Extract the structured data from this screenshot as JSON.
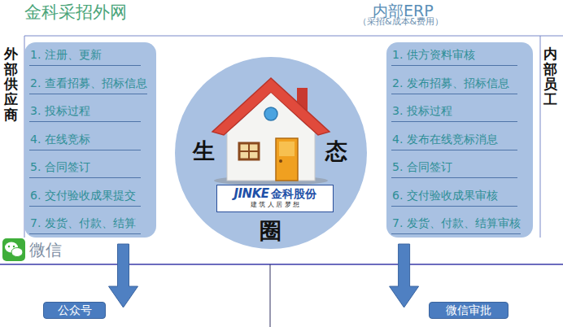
{
  "diagram": {
    "nodes": [
      {
        "text": [
          "1. 注册、更新",
          "2. 查看招募、招标信息",
          "3. 投标过程",
          "4. 在线竞标",
          "5. 合同签订",
          "6. 交付验收成果提交",
          "7. 发货、付款、结算"
        ]
      },
      {
        "text": [
          "1. 供方资料审核",
          "2. 发布招募、招标信息",
          "3. 投标过程",
          "4. 发布在线竞标消息",
          "5. 合同签订",
          "6. 交付验收成果审核",
          "7. 发货、付款、结算审核"
        ]
      },
      {
        "text": [
          "生",
          "态",
          "圈"
        ]
      },
      {
        "text": [
          "JINKE",
          "金科股份",
          "建 筑 人 居 梦 想"
        ],
        "in": 2
      },
      {
        "text": [
          "公众号"
        ]
      },
      {
        "text": [
          "微信审批"
        ]
      }
    ],
    "edges": [
      {
        "from": 0,
        "to": 4,
        "arrow": "to"
      },
      {
        "from": 1,
        "to": 5,
        "arrow": "to"
      }
    ],
    "labels": [
      "金科采招外网",
      "内部ERP",
      "（采招&成本&费用）",
      "外部供应商",
      "内部员工",
      "微信"
    ]
  }
}
